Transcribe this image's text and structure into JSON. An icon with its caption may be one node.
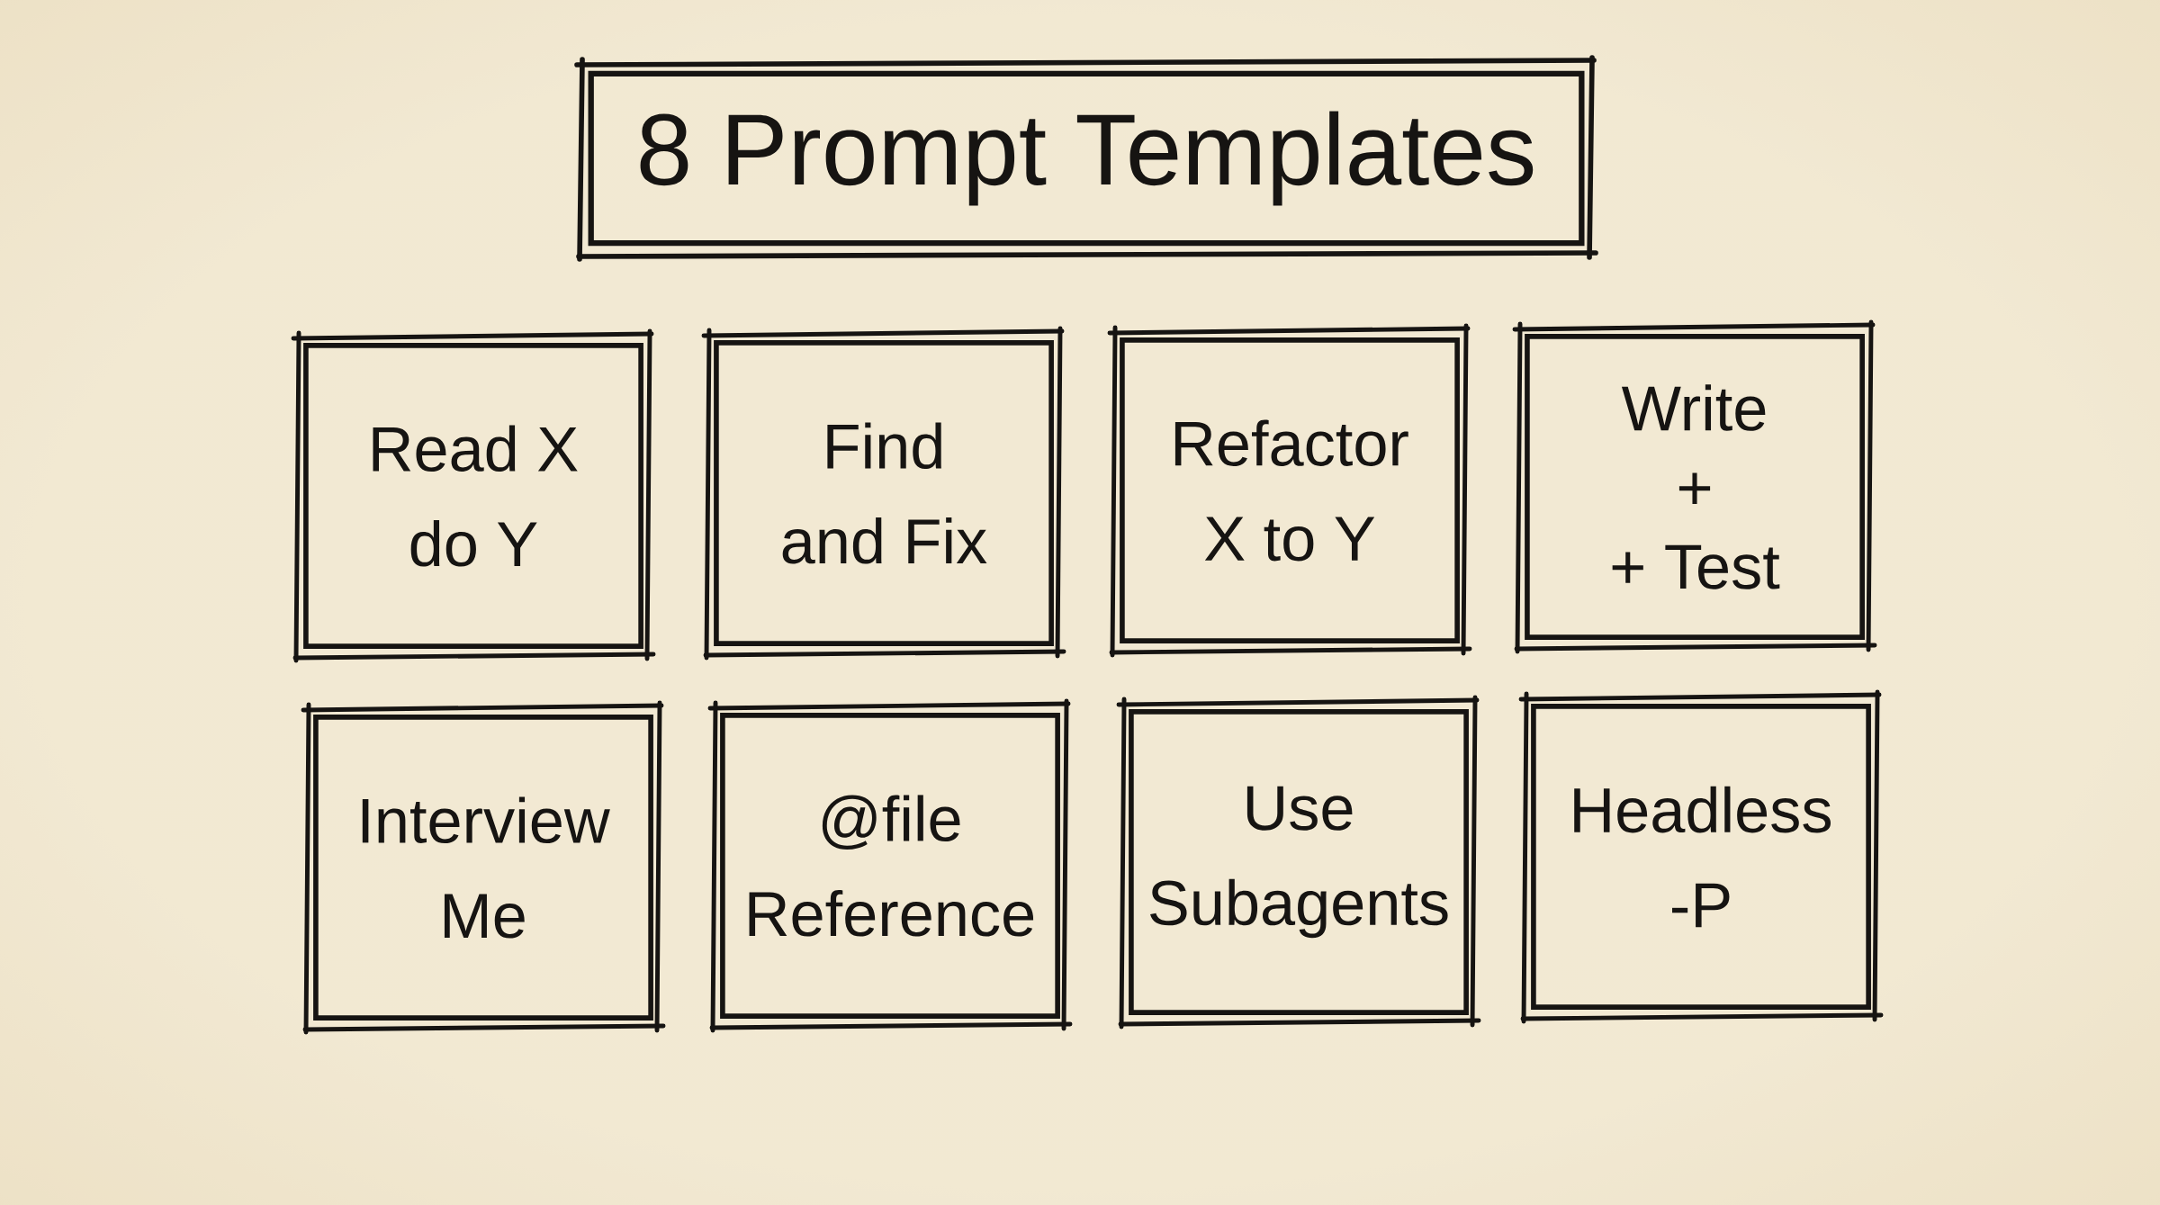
{
  "diagram": {
    "title": "8 Prompt Templates",
    "nodes": [
      {
        "text": [
          "Read X do Y"
        ]
      },
      {
        "text": [
          "Find and Fix"
        ]
      },
      {
        "text": [
          "Refactor X to Y"
        ]
      },
      {
        "text": [
          "Write + + Test"
        ]
      },
      {
        "text": [
          "Interview Me"
        ]
      },
      {
        "text": [
          "@file Reference"
        ]
      },
      {
        "text": [
          "Use Subagents"
        ]
      },
      {
        "text": [
          "Headless -P"
        ]
      }
    ]
  }
}
